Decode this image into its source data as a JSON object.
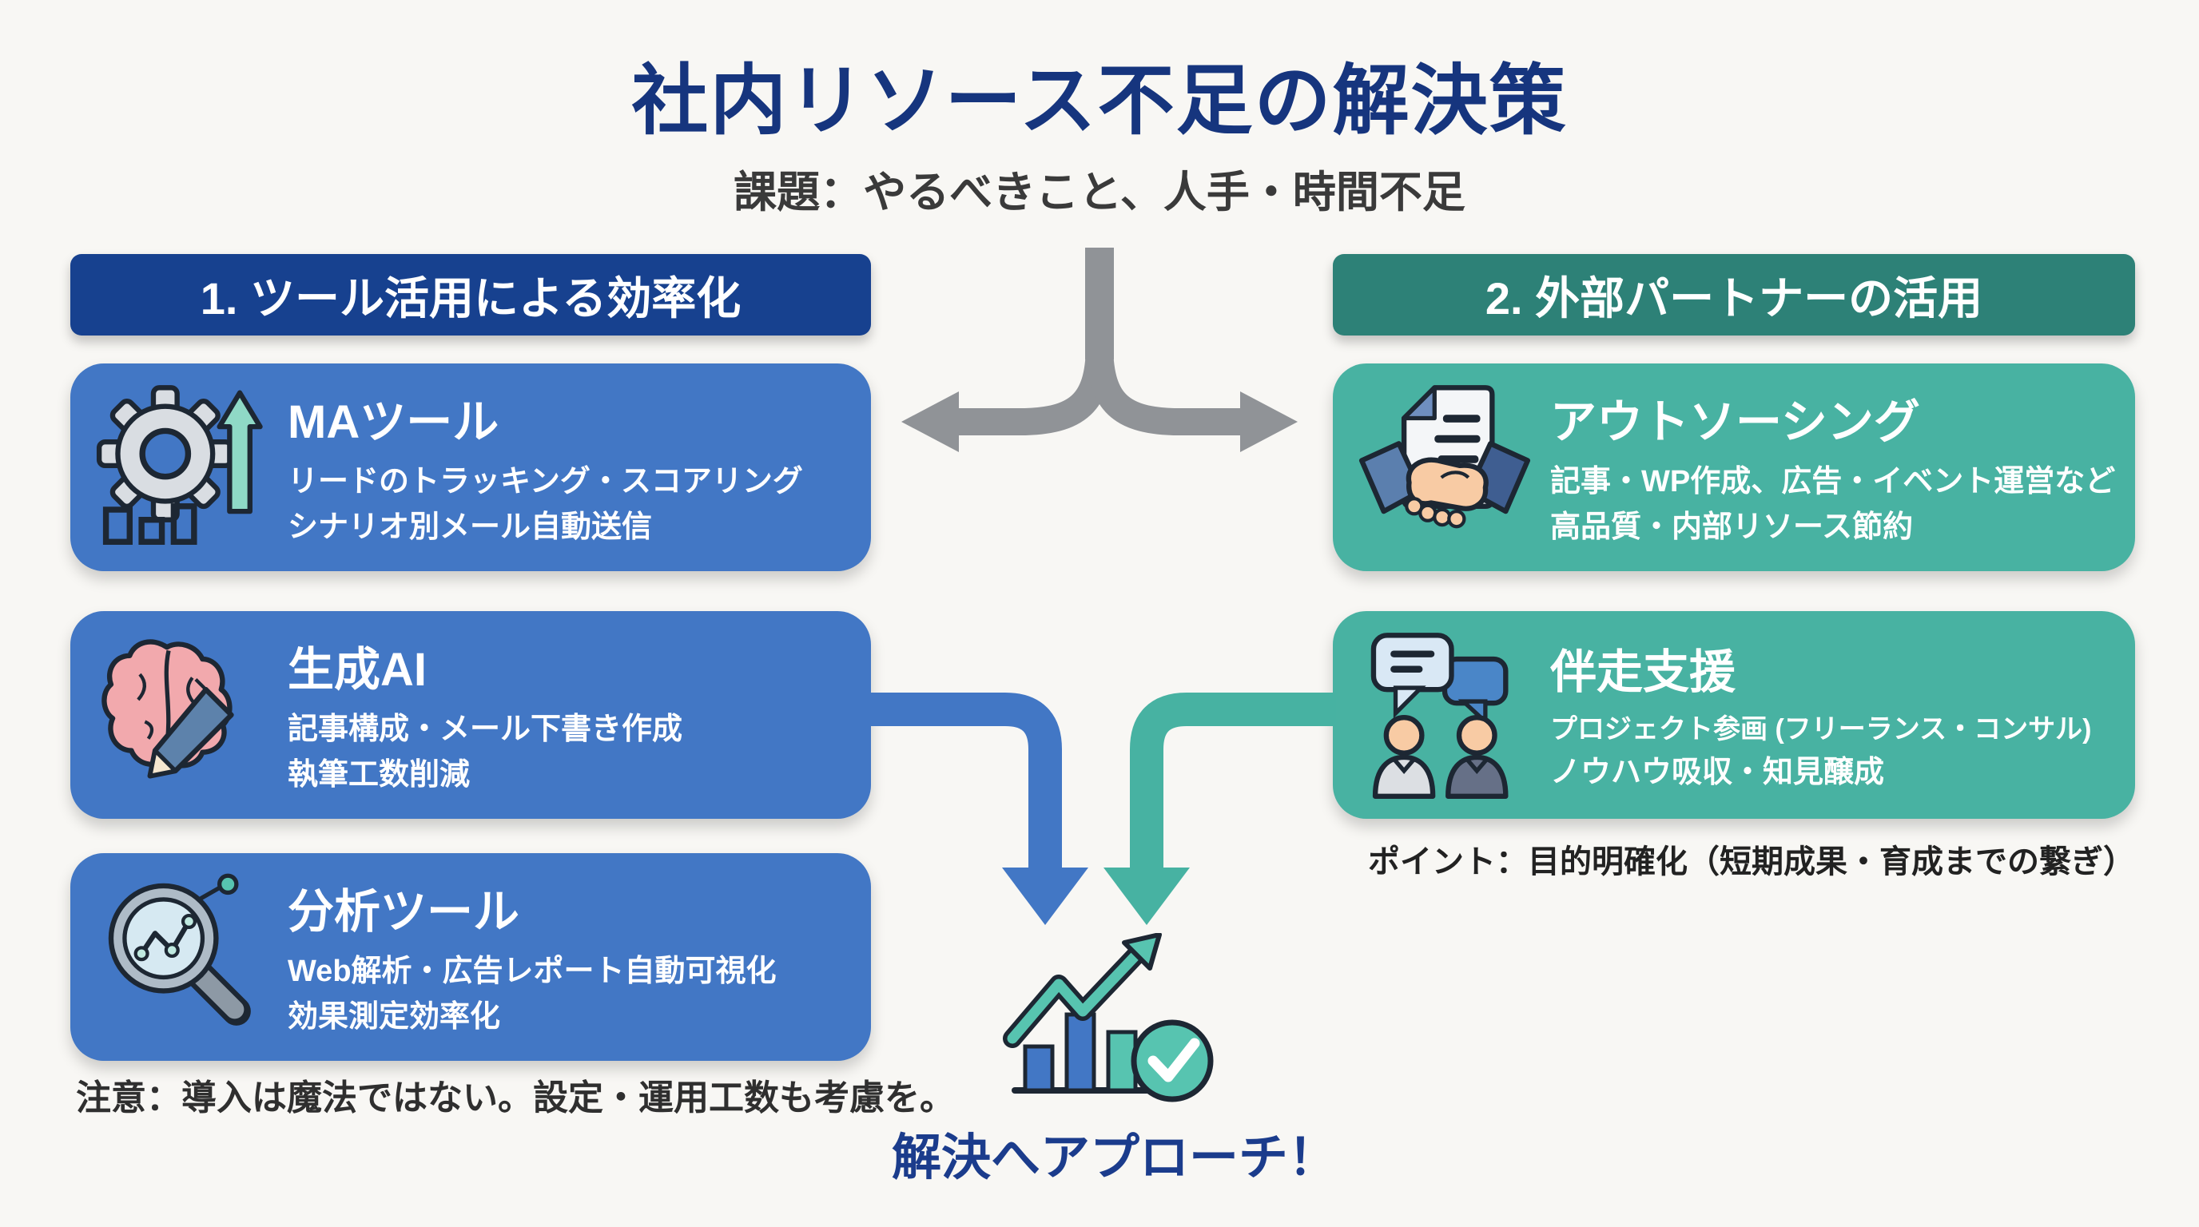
{
  "title": "社内リソース不足の解決策",
  "subtitle": "課題：やるべきこと、人手・時間不足",
  "left_section": {
    "header": "1. ツール活用による効率化",
    "cards": [
      {
        "icon": "gear-growth-icon",
        "title": "MAツール",
        "line1": "リードのトラッキング・スコアリング",
        "line2": "シナリオ別メール自動送信"
      },
      {
        "icon": "brain-pencil-icon",
        "title": "生成AI",
        "line1": "記事構成・メール下書き作成",
        "line2": "執筆工数削減"
      },
      {
        "icon": "magnifier-chart-icon",
        "title": "分析ツール",
        "line1": "Web解析・広告レポート自動可視化",
        "line2": "効果測定効率化"
      }
    ],
    "note": "注意：導入は魔法ではない。設定・運用工数も考慮を。"
  },
  "right_section": {
    "header": "2. 外部パートナーの活用",
    "cards": [
      {
        "icon": "handshake-document-icon",
        "title": "アウトソーシング",
        "line1": "記事・WP作成、広告・イベント運営など",
        "line2": "高品質・内部リソース節約"
      },
      {
        "icon": "people-chat-icon",
        "title": "伴走支援",
        "line1": "プロジェクト参画 (フリーランス・コンサル)",
        "line2": "ノウハウ吸収・知見醸成"
      }
    ],
    "point": "ポイント：目的明確化（短期成果・育成までの繋ぎ）"
  },
  "footer": {
    "label": "解決へアプローチ！"
  },
  "colors": {
    "background": "#f8f7f4",
    "title_navy": "#16357e",
    "header_navy": "#17418f",
    "header_teal": "#2d8177",
    "card_blue": "#4277c5",
    "card_teal": "#48b2a2",
    "arrow_gray": "#909397",
    "arrow_blue": "#4277c5",
    "arrow_teal": "#47b2a2",
    "accent_mint": "#57c4b0",
    "footer_navy": "#1b3c8c"
  }
}
